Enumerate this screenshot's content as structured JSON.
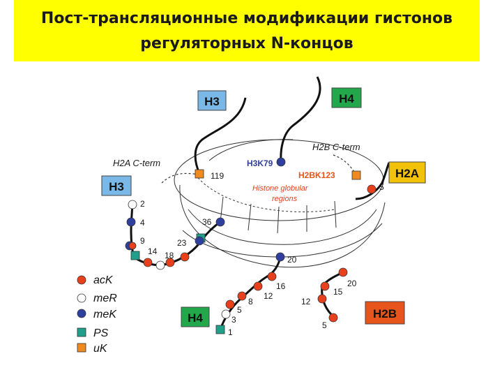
{
  "title": {
    "line1": "Пост-трансляционные модификации гистонов",
    "line2": "регуляторных N-концов"
  },
  "boxes": {
    "h3_top": "H3",
    "h4_top": "H4",
    "h3_left": "H3",
    "h2a": "H2A",
    "h4_bottom": "H4",
    "h2b": "H2B"
  },
  "labels": {
    "h2a_cterm": "H2A C-term",
    "h2b_cterm": "H2B C-term",
    "h3k79": "H3K79",
    "h2bk123": "H2BK123",
    "globular_1": "Histone globular",
    "globular_2": "regions",
    "n119": "119",
    "n36": "36",
    "n23": "23",
    "n2": "2",
    "n4": "4",
    "n9": "9",
    "n14": "14",
    "n18": "18",
    "n20_mid": "20",
    "n16": "16",
    "n12_l": "12",
    "n8": "8",
    "n5_l": "5",
    "n3": "3",
    "n1": "1",
    "n20_r": "20",
    "n15": "15",
    "n12_r": "12",
    "n5_b": "5",
    "n5_h2a": "5"
  },
  "legend": {
    "ack": "acK",
    "mer": "meR",
    "mek": "meK",
    "ps": "PS",
    "uk": "uK"
  },
  "colors": {
    "acetyl": "#e8401c",
    "methyl_lys": "#2e3f9e",
    "phospho": "#1fa08a",
    "ubiq": "#f08a1e",
    "h3_box": "#7ab8e8",
    "h4_box": "#22a84a",
    "h2a_box": "#f2c20a",
    "h2b_box": "#e8551c",
    "title_bg": "#ffff00"
  }
}
